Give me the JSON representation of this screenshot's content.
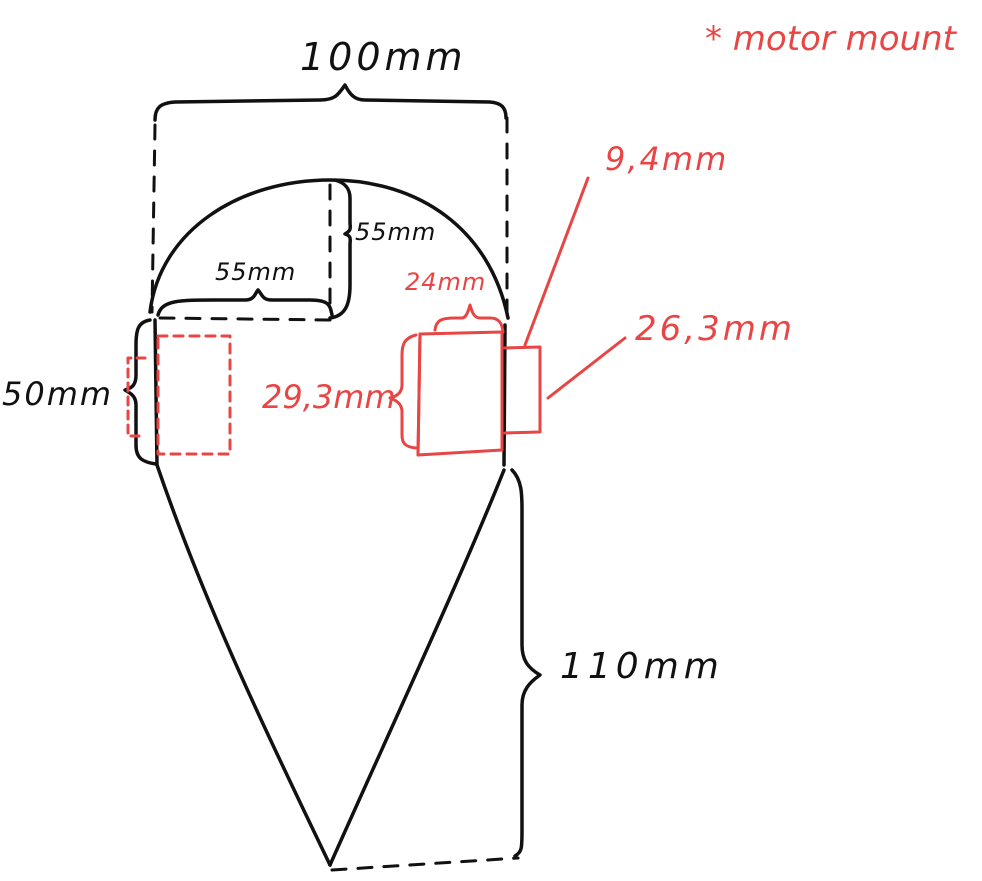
{
  "colors": {
    "ink": "#111111",
    "accent": "#e84545",
    "background": "#ffffff"
  },
  "annotations": {
    "note": "* motor mount"
  },
  "dimensions": {
    "total_width": "100mm",
    "dome_height": "55mm",
    "dome_radius": "55mm",
    "side_height": "50mm",
    "tail_length": "110mm",
    "motor_width": "24mm",
    "motor_height": "29,3mm",
    "mount_thickness": "9,4mm",
    "mount_height": "26,3mm"
  }
}
